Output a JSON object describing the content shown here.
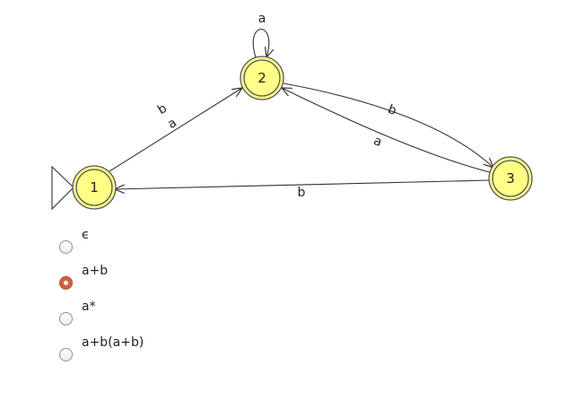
{
  "automaton": {
    "states": [
      {
        "id": "q1",
        "label": "1",
        "initial": true,
        "accepting": true
      },
      {
        "id": "q2",
        "label": "2",
        "initial": false,
        "accepting": true
      },
      {
        "id": "q3",
        "label": "3",
        "initial": false,
        "accepting": true
      }
    ],
    "transitions": [
      {
        "from": "1",
        "to": "2",
        "label": "b"
      },
      {
        "from": "1",
        "to": "2",
        "label": "a"
      },
      {
        "from": "2",
        "to": "2",
        "label": "a"
      },
      {
        "from": "2",
        "to": "3",
        "label": "b"
      },
      {
        "from": "3",
        "to": "2",
        "label": "a"
      },
      {
        "from": "3",
        "to": "1",
        "label": "b"
      }
    ],
    "colors": {
      "state_fill": "#ffff88",
      "state_stroke": "#555555",
      "edge": "#333333"
    }
  },
  "question": {
    "selected_index": 1,
    "options": [
      {
        "label": "ϵ",
        "selected": false
      },
      {
        "label": "a+b",
        "selected": true
      },
      {
        "label": "a*",
        "selected": false
      },
      {
        "label": "a+b(a+b)",
        "selected": false
      }
    ],
    "colors": {
      "selected_radio": "#d4603a"
    }
  }
}
